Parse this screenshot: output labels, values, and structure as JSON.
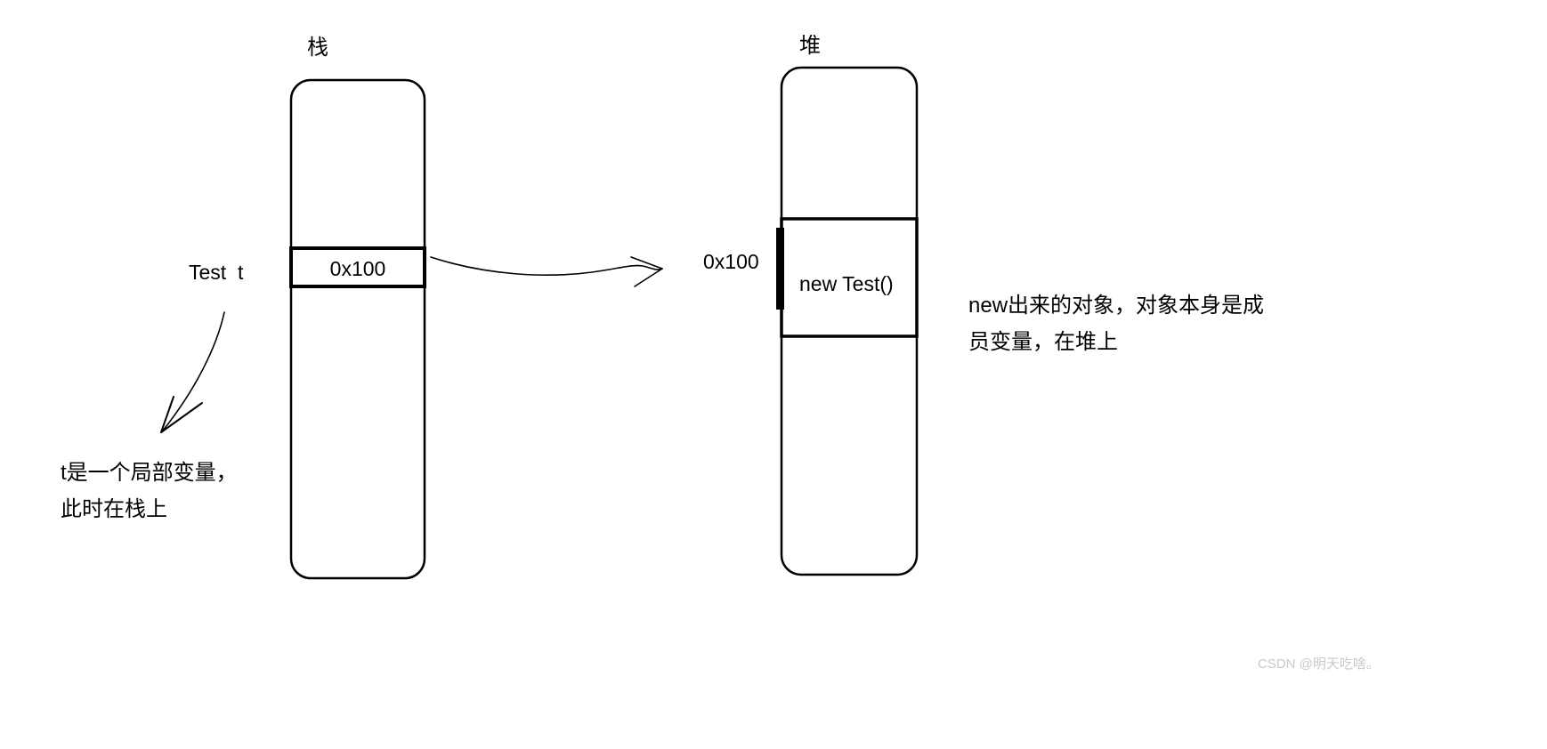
{
  "diagram": {
    "stack": {
      "title": "栈",
      "var_label": "Test  t",
      "cell_value": "0x100",
      "note_line1": "t是一个局部变量，",
      "note_line2": "此时在栈上"
    },
    "heap": {
      "title": "堆",
      "address_label": "0x100",
      "cell_value": "new Test()",
      "note_line1": "new出来的对象，对象本身是成",
      "note_line2": "员变量，在堆上"
    },
    "watermark": "CSDN @明天吃啥。"
  },
  "colors": {
    "background": "#ffffff",
    "stroke": "#000000",
    "watermark": "#c9c9c9"
  }
}
